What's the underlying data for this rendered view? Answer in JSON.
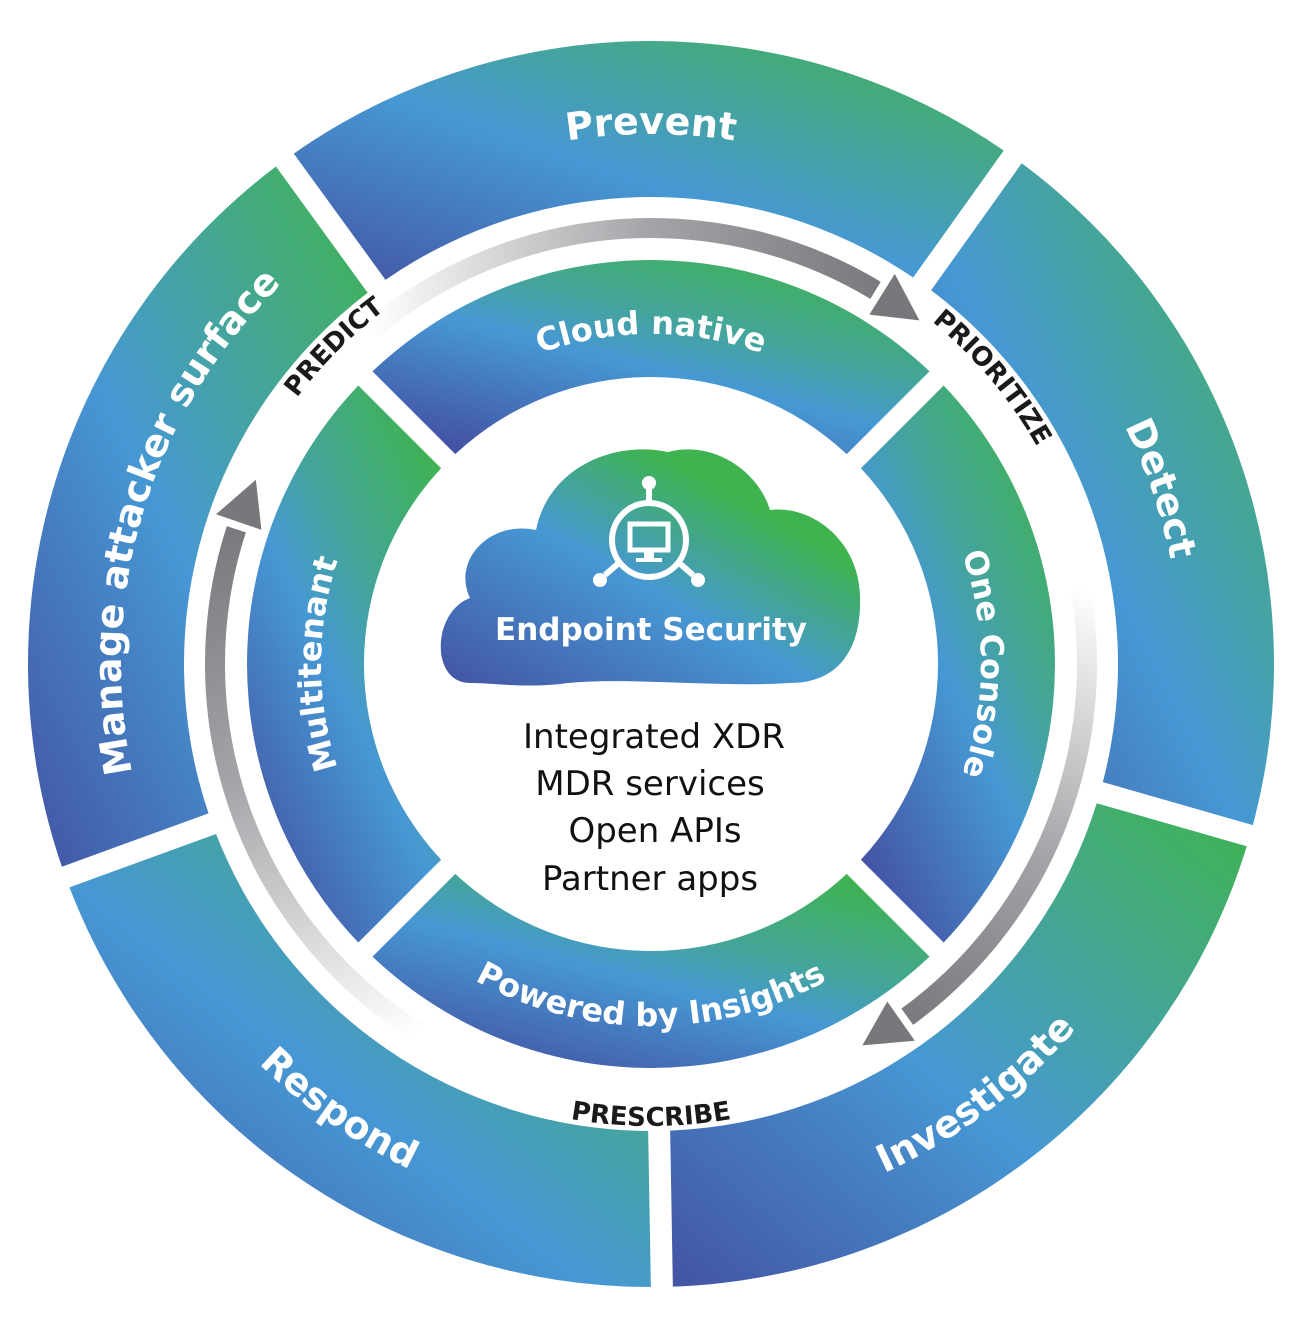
{
  "colors": {
    "green": "#3fb34f",
    "teal": "#44a59a",
    "light_blue": "#4698d4",
    "deep_blue": "#4453a3",
    "arrow_gray": "#77787b",
    "phase_text": "#1a1a1a",
    "center_text": "#111111"
  },
  "outer_ring": [
    {
      "id": "prevent",
      "label": "Prevent"
    },
    {
      "id": "detect",
      "label": "Detect"
    },
    {
      "id": "investigate",
      "label": "Investigate"
    },
    {
      "id": "respond",
      "label": "Respond"
    },
    {
      "id": "manage",
      "label": "Manage attacker surface"
    }
  ],
  "phases": [
    {
      "id": "predict",
      "label": "PREDICT"
    },
    {
      "id": "prioritize",
      "label": "PRIORITIZE"
    },
    {
      "id": "prescribe",
      "label": "PRESCRIBE"
    }
  ],
  "inner_ring": [
    {
      "id": "cloud-native",
      "label": "Cloud native"
    },
    {
      "id": "one-console",
      "label": "One Console"
    },
    {
      "id": "powered-by-insights",
      "label": "Powered by Insights"
    },
    {
      "id": "multitenant",
      "label": "Multitenant"
    }
  ],
  "center": {
    "title": "Endpoint Security",
    "icon": "monitor-hub-icon",
    "lines": [
      "Integrated XDR",
      "MDR services",
      "Open APIs",
      "Partner apps"
    ]
  },
  "arrows": [
    {
      "id": "arrow-predict-to-prioritize",
      "from": "PREDICT",
      "to": "PRIORITIZE"
    },
    {
      "id": "arrow-prioritize-to-prescribe",
      "from": "PRIORITIZE",
      "to": "PRESCRIBE"
    },
    {
      "id": "arrow-prescribe-to-predict",
      "from": "PRESCRIBE",
      "to": "PREDICT"
    }
  ]
}
